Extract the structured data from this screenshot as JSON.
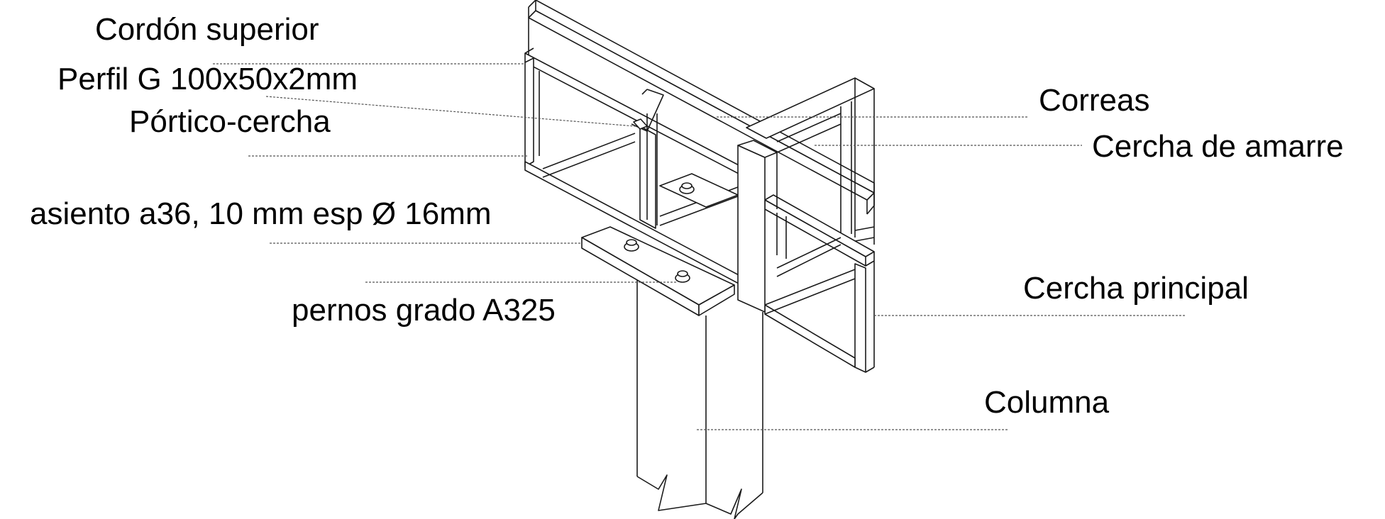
{
  "labels": {
    "cordon_superior": "Cordón superior",
    "perfil_g": "Perfil G 100x50x2mm",
    "portico_cercha": "Pórtico-cercha",
    "asiento": "asiento a36, 10 mm esp Ø 16mm",
    "pernos": "pernos grado A325",
    "correas": "Correas",
    "cercha_amarre": "Cercha de amarre",
    "cercha_principal": "Cercha principal",
    "columna": "Columna"
  }
}
